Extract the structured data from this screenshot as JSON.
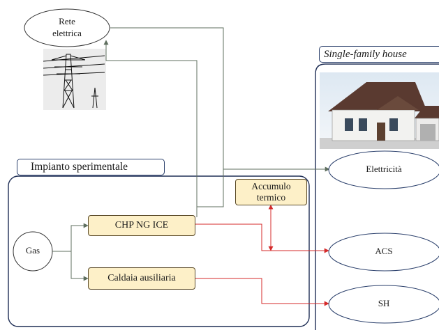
{
  "nodes": {
    "grid": "Rete elettrica",
    "house_title": "Single-family house",
    "plant_title": "Impianto sperimentale",
    "gas": "Gas",
    "chp": "CHP NG ICE",
    "boiler": "Caldaia ausiliaria",
    "storage": "Accumulo termico",
    "electricity": "Elettricità",
    "acs": "ACS",
    "sh": "SH"
  },
  "colors": {
    "frame": "#1f2e55",
    "component_fill": "#fdf0c8",
    "thermal_line": "#e03030",
    "electric_line": "#6a7a6a"
  }
}
